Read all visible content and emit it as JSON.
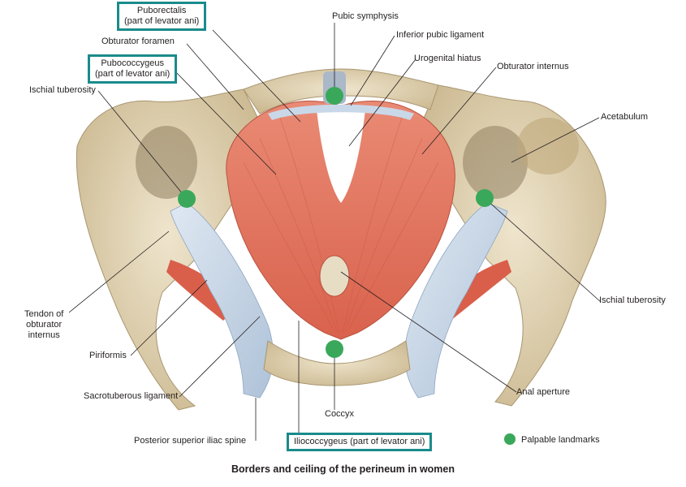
{
  "labels": {
    "puborectalis": [
      "Puborectalis",
      "(part of levator ani)"
    ],
    "pubic_symphysis": "Pubic symphysis",
    "inferior_pubic_ligament": "Inferior pubic ligament",
    "obturator_foramen": "Obturator foramen",
    "urogenital_hiatus": "Urogenital hiatus",
    "obturator_internus": "Obturator internus",
    "pubococcygeus": [
      "Pubococcygeus",
      "(part of levator ani)"
    ],
    "ischial_tuberosity_left": "Ischial tuberosity",
    "acetabulum": "Acetabulum",
    "tendon_obturator": [
      "Tendon of",
      "obturator",
      "internus"
    ],
    "ischial_tuberosity_right": "Ischial tuberosity",
    "piriformis": "Piriformis",
    "anal_aperture": "Anal aperture",
    "sacrotuberous_ligament": "Sacrotuberous ligament",
    "coccyx": "Coccyx",
    "posterior_superior_iliac_spine": "Posterior superior iliac spine",
    "iliococcygeus": "Iliococcygeus (part of levator ani)"
  },
  "legend": {
    "label": "Palpable landmarks",
    "color": "#3aa85a"
  },
  "caption": "Borders and ceiling of the perineum in women",
  "colors": {
    "bone": "#e8dcc0",
    "muscle": "#e3735f",
    "ligament": "#c9d8e8",
    "landmark": "#3aa85a",
    "box_border": "#1a8b8b"
  }
}
